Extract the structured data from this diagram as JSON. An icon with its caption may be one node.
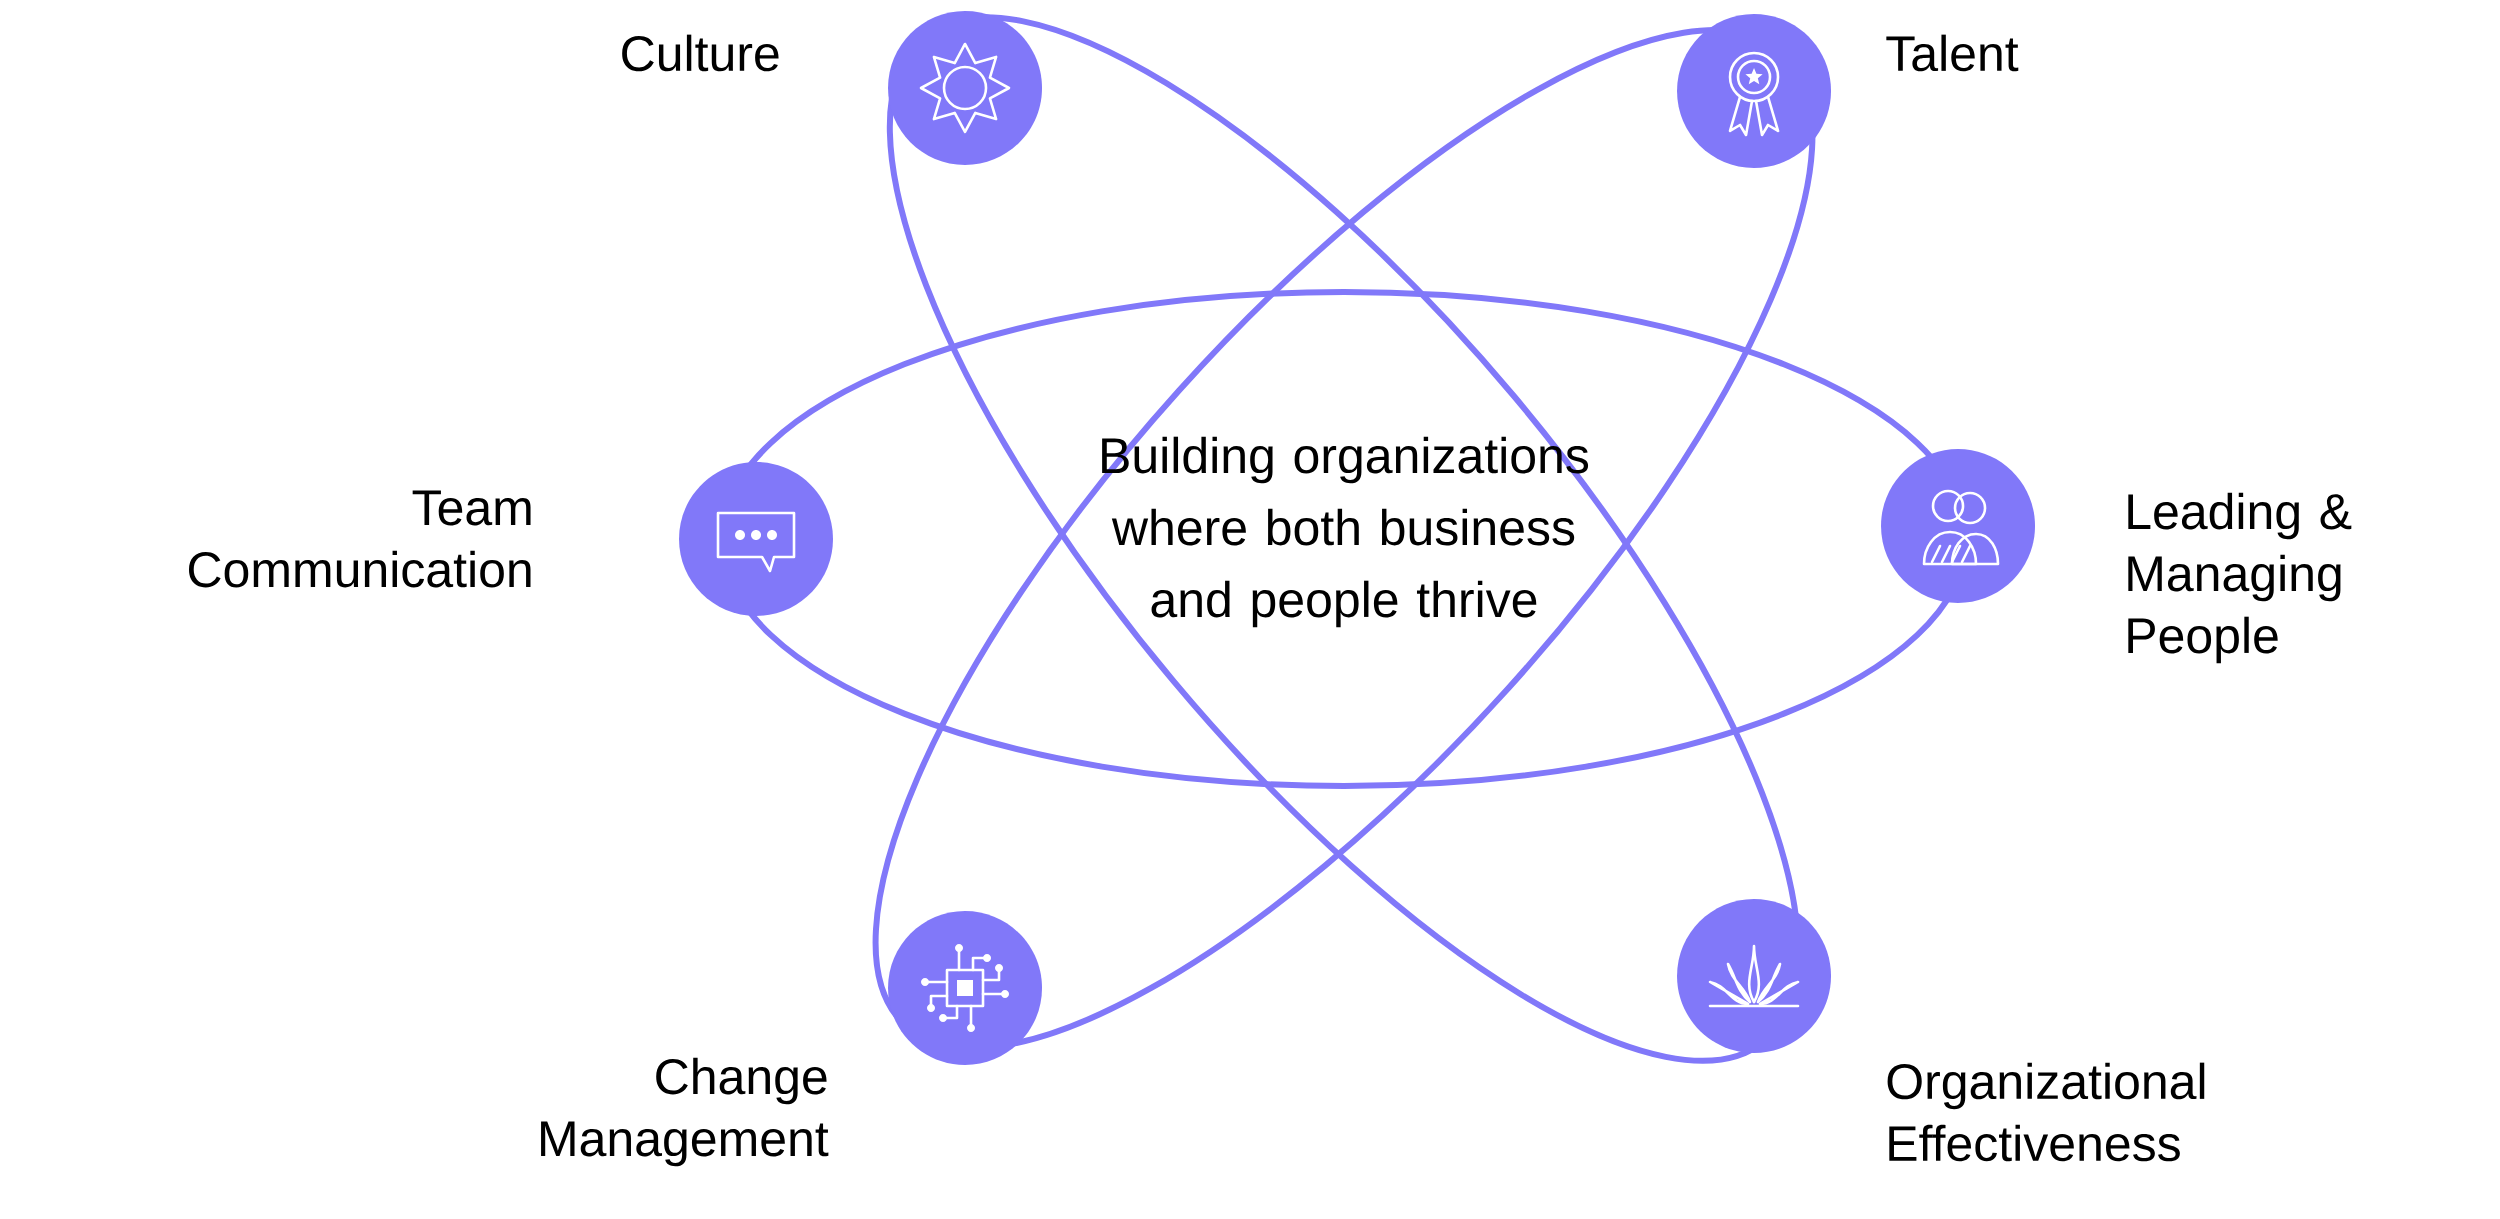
{
  "diagram": {
    "nodes": [
      {
        "text": [
          "Culture"
        ]
      },
      {
        "text": [
          "Talent"
        ]
      },
      {
        "text": [
          "Team Communication"
        ]
      },
      {
        "text": [
          "Leading & Managing People"
        ]
      },
      {
        "text": [
          "Change Management"
        ]
      },
      {
        "text": [
          "Organizational Effectiveness"
        ]
      }
    ],
    "labels": [
      "Building organizations where both business and people thrive"
    ]
  }
}
